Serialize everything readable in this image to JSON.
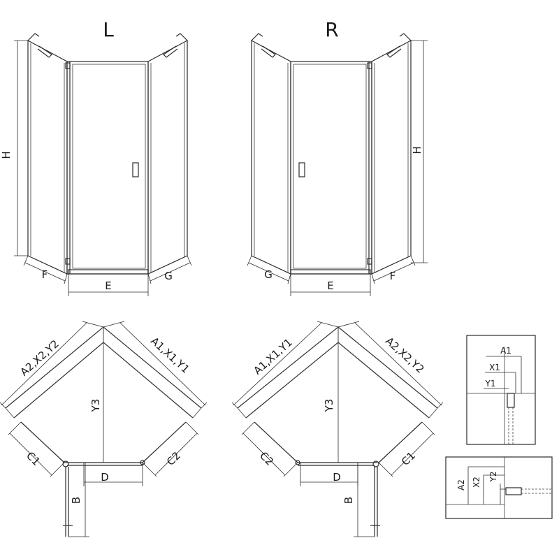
{
  "views": {
    "left_label": "L",
    "right_label": "R"
  },
  "dims": {
    "H": "H",
    "E": "E",
    "F": "F",
    "G": "G",
    "D": "D",
    "B": "B",
    "C1": "C1",
    "C2": "C2",
    "Y3": "Y3",
    "A1X1Y1": "A1,X1,Y1",
    "A2X2Y2": "A2,X2,Y2"
  },
  "details": {
    "A1": "A1",
    "X1": "X1",
    "Y1": "Y1",
    "A2": "A2",
    "X2": "X2",
    "Y2": "Y2"
  }
}
